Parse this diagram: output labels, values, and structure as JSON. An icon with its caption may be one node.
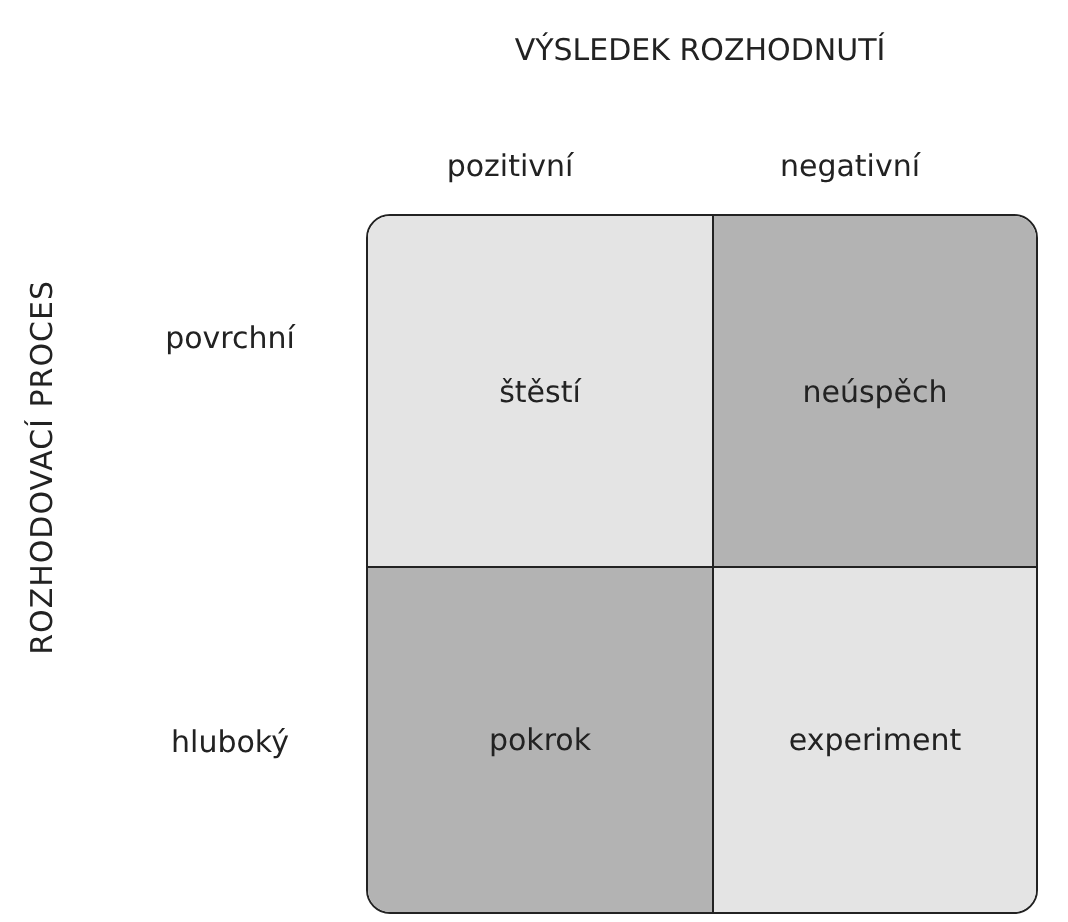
{
  "diagram": {
    "nodes": [
      {
        "text": [
          "štěstí"
        ]
      },
      {
        "text": [
          "neúspěch"
        ]
      },
      {
        "text": [
          "pokrok"
        ]
      },
      {
        "text": [
          "experiment"
        ]
      }
    ],
    "labels": [
      "VÝSLEDEK ROZHODNUTÍ",
      "pozitivní",
      "negativní",
      "ROZHODOVACÍ PROCES",
      "povrchní",
      "hluboký"
    ]
  }
}
